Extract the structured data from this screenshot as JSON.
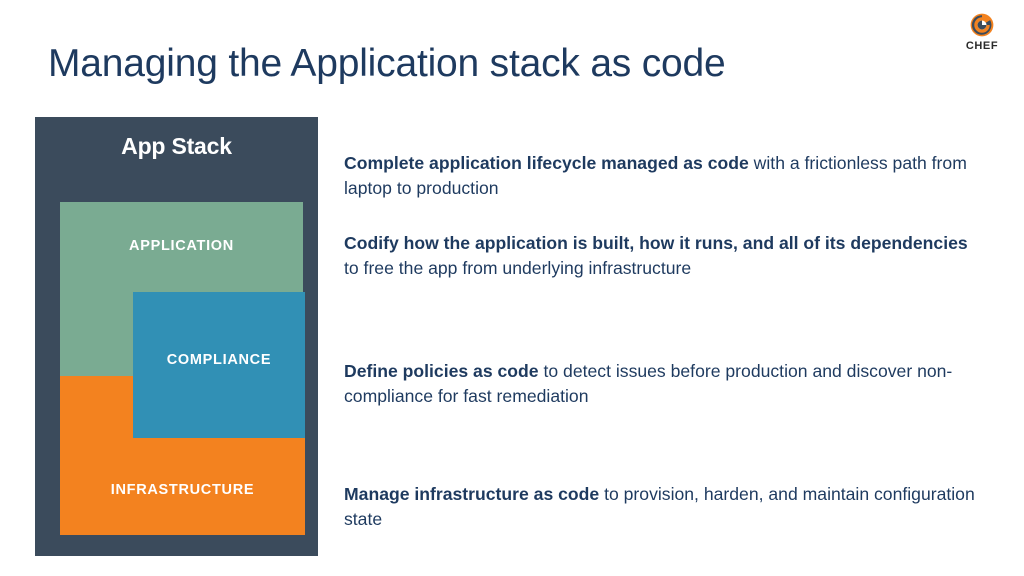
{
  "slide": {
    "title": "Managing the Application stack as code",
    "title_color": "#1e3a5f",
    "background_color": "#ffffff"
  },
  "brand": {
    "name": "CHEF",
    "logo_icon": "chef-logo-icon",
    "mark_color": "#f3821f",
    "word_color": "#2b2b2b"
  },
  "diagram": {
    "title": "App Stack",
    "panel_color": "#3b4b5c",
    "title_color": "#ffffff",
    "layers": [
      {
        "key": "application",
        "label": "APPLICATION",
        "color": "#7aab92",
        "shape": "l-shape-notch-bottom-right"
      },
      {
        "key": "compliance",
        "label": "COMPLIANCE",
        "color": "#3190b5",
        "shape": "rectangle"
      },
      {
        "key": "infrastructure",
        "label": "INFRASTRUCTURE",
        "color": "#f3821f",
        "shape": "l-shape-notch-top-right"
      }
    ]
  },
  "bullets": [
    {
      "lead": "Complete application lifecycle managed as code",
      "rest": " with a frictionless path from laptop to production"
    },
    {
      "lead": "Codify how the application is built, how it runs, and all of its dependencies",
      "rest": " to free the app from underlying infrastructure"
    },
    {
      "lead": "Define policies as code",
      "rest": " to detect issues before production and discover non-compliance for fast remediation"
    },
    {
      "lead": "Manage infrastructure as code",
      "rest": " to provision, harden, and maintain configuration state"
    }
  ]
}
